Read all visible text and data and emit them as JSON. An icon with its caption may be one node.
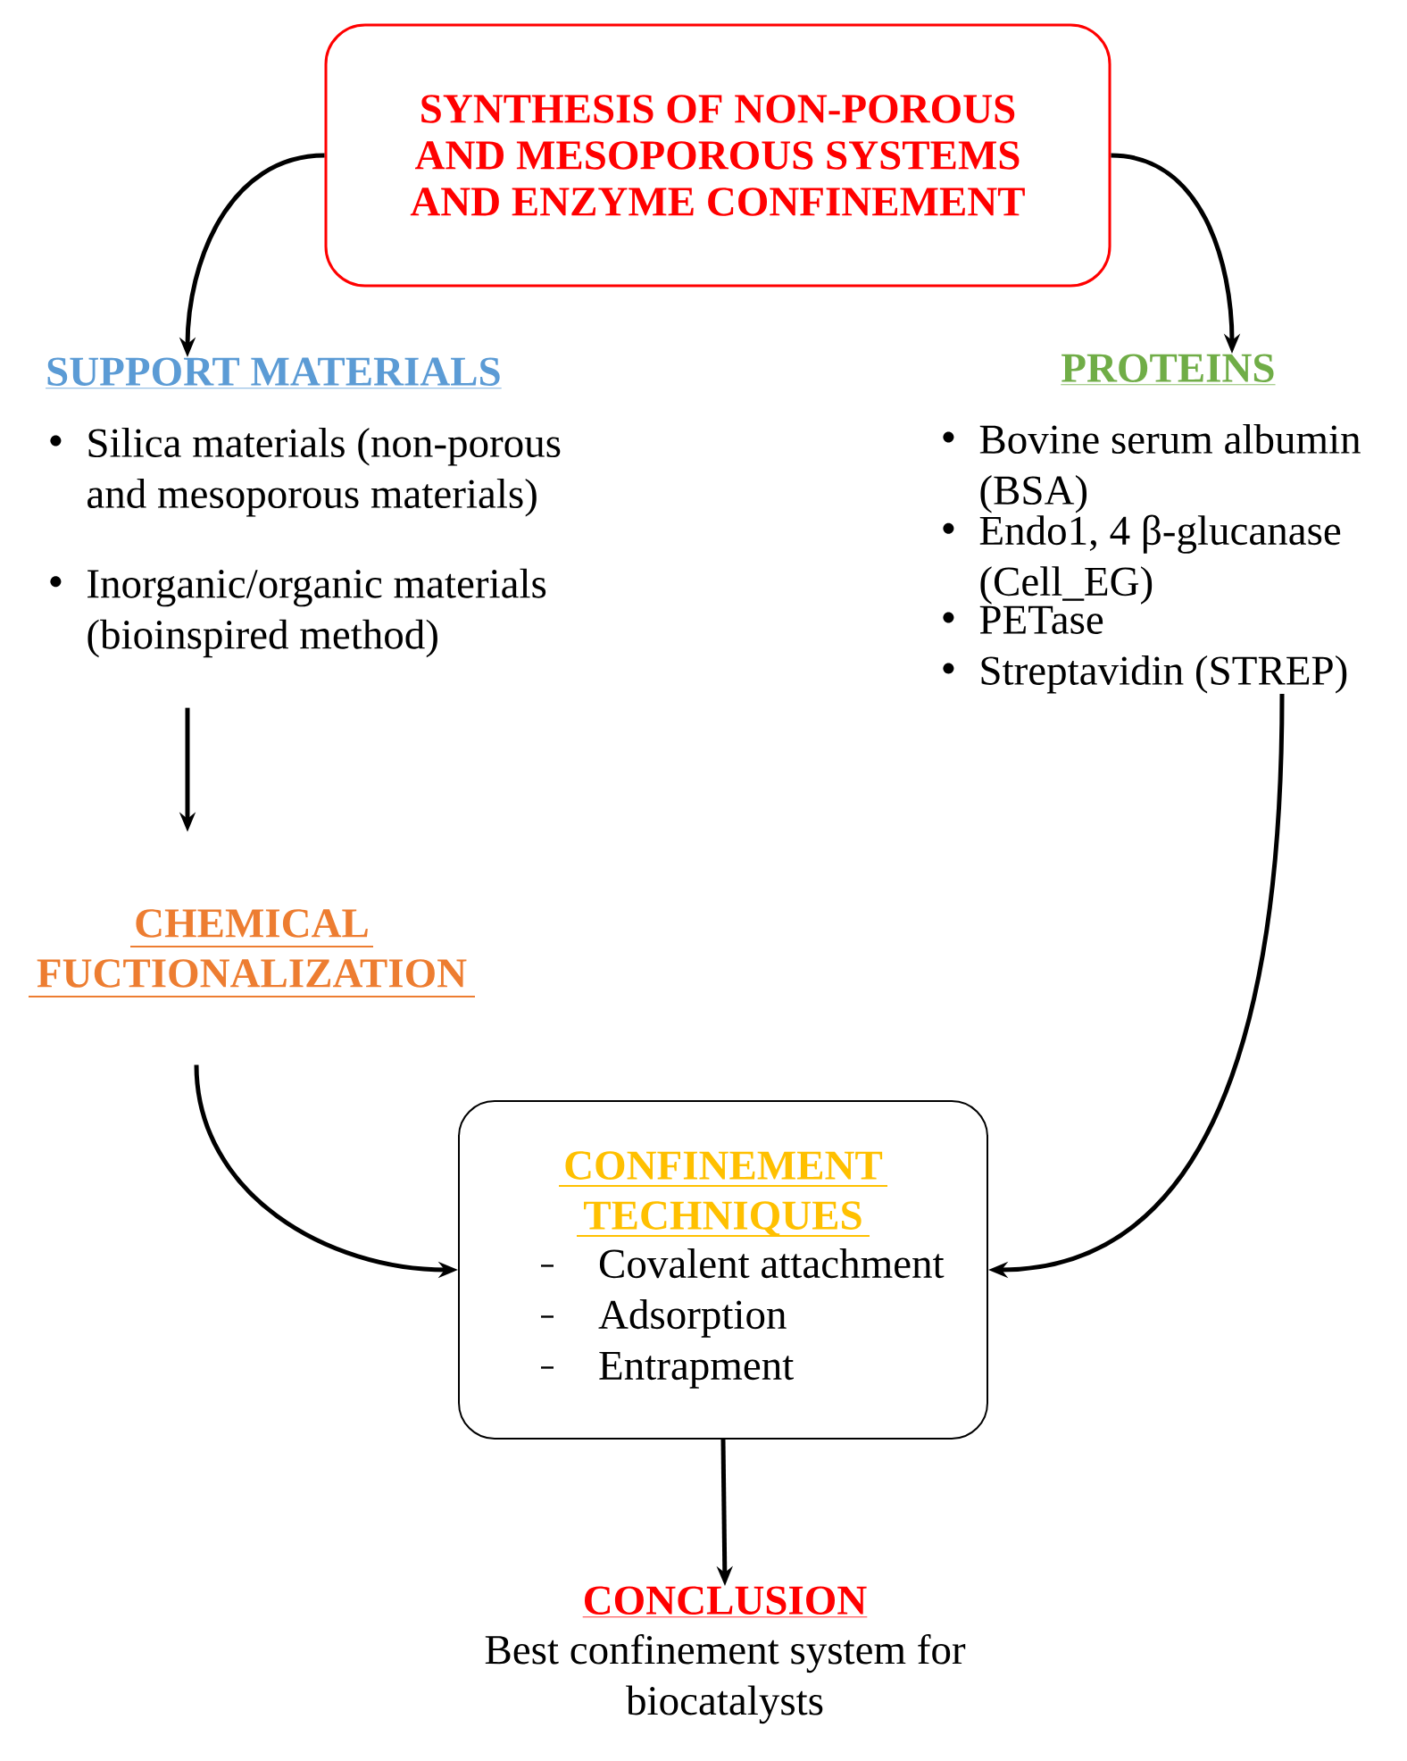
{
  "diagram": {
    "nodes": [
      {
        "text": [
          "SYNTHESIS OF NON-POROUS AND MESOPOROUS SYSTEMS AND ENZYME CONFINEMENT"
        ]
      },
      {
        "text": [
          "SUPPORT MATERIALS",
          "Silica materials (non-porous and mesoporous materials)",
          "Inorganic/organic materials (bioinspired method)"
        ]
      },
      {
        "text": [
          "PROTEINS",
          "Bovine serum albumin (BSA)",
          "Endo1, 4 β-glucanase (Cell_EG)",
          "PETase",
          "Streptavidin (STREP)"
        ]
      },
      {
        "text": [
          "CHEMICAL FUCTIONALIZATION"
        ]
      },
      {
        "text": [
          "CONFINEMENT TECHNIQUES",
          "Covalent attachment",
          "Adsorption",
          "Entrapment"
        ]
      },
      {
        "text": [
          "CONCLUSION",
          "Best confinement system for biocatalysts"
        ]
      }
    ],
    "edges": [
      {
        "from": 0,
        "to": 1,
        "arrow": "to"
      },
      {
        "from": 0,
        "to": 2,
        "arrow": "to"
      },
      {
        "from": 1,
        "to": 3,
        "arrow": "to"
      },
      {
        "from": 3,
        "to": 4,
        "arrow": "to"
      },
      {
        "from": 2,
        "to": 4,
        "arrow": "to"
      },
      {
        "from": 4,
        "to": 5,
        "arrow": "to"
      }
    ]
  }
}
